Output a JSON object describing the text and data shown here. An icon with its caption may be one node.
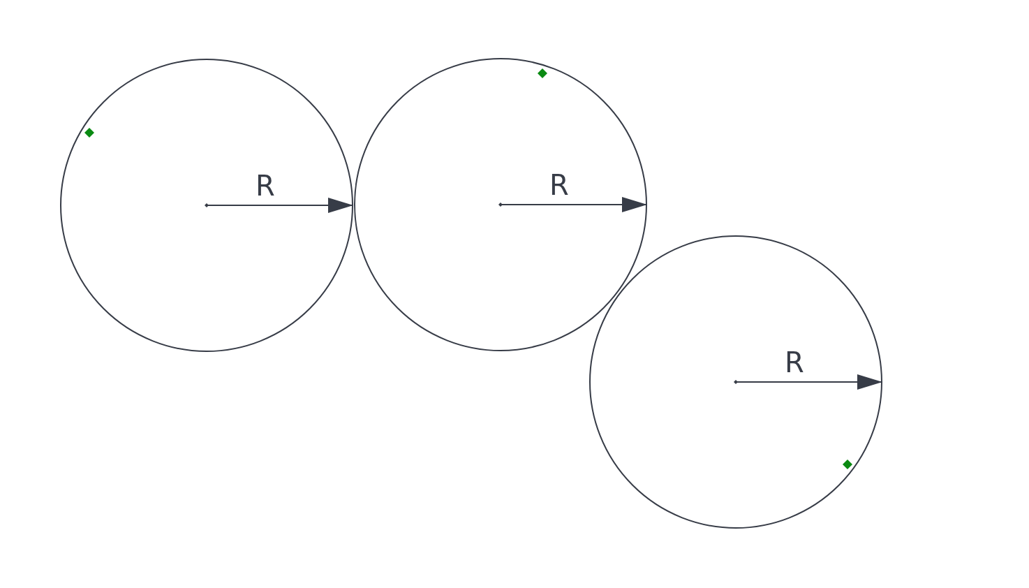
{
  "diagram": {
    "nodes": [
      {
        "text": [],
        "shape": "circle"
      },
      {
        "text": [],
        "shape": "circle"
      },
      {
        "text": [],
        "shape": "circle"
      }
    ],
    "labels": [
      "R",
      "R",
      "R"
    ]
  }
}
